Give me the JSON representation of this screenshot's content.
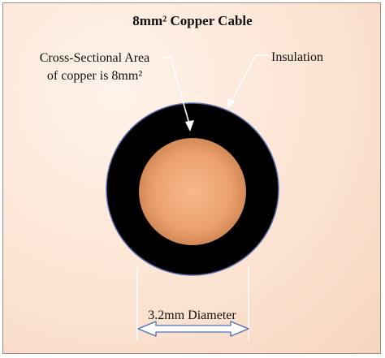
{
  "diagram": {
    "title": "8mm² Copper Cable",
    "cross_section_label": {
      "line1": "Cross-Sectional Area",
      "line2": "of copper is 8mm²"
    },
    "insulation_label": "Insulation",
    "diameter_label": "3.2mm Diameter",
    "colors": {
      "background": "#fce4d3",
      "insulation": "#000000",
      "insulation_outline": "#5a6fb0",
      "copper_center": "#f7b98c",
      "copper_edge": "#d48a56",
      "pointer_line": "#ffffff",
      "guide_line": "#ffffff",
      "arrow_fill": "#ffffff",
      "arrow_outline": "#4f6fb3"
    }
  }
}
